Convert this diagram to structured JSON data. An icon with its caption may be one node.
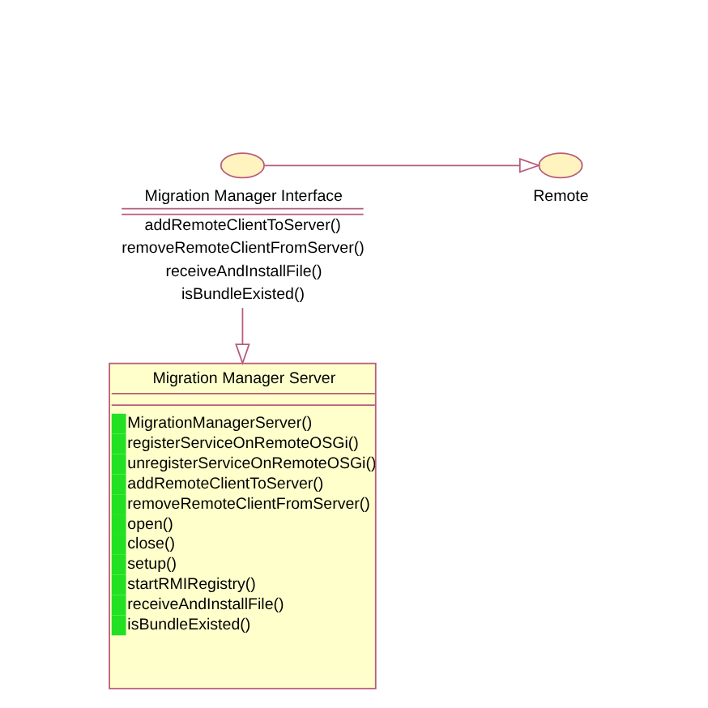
{
  "diagram": {
    "nodes": [
      {
        "text": [
          "Migration Manager Interface",
          "addRemoteClientToServer()",
          "removeRemoteClientFromServer()",
          "receiveAndInstallFile()",
          "isBundleExisted()"
        ]
      },
      {
        "text": [
          "Remote"
        ]
      },
      {
        "text": [
          "Migration Manager Server",
          "MigrationManagerServer()",
          "registerServiceOnRemoteOSGi()",
          "unregisterServiceOnRemoteOSGi()",
          "addRemoteClientToServer()",
          "removeRemoteClientFromServer()",
          "open()",
          "close()",
          "setup()",
          "startRMIRegistry()",
          "receiveAndInstallFile()",
          "isBundleExisted()"
        ]
      }
    ],
    "edges": [
      {
        "from": 0,
        "to": 1,
        "arrow": "to"
      },
      {
        "from": 0,
        "to": 2,
        "arrow": "to"
      }
    ]
  }
}
